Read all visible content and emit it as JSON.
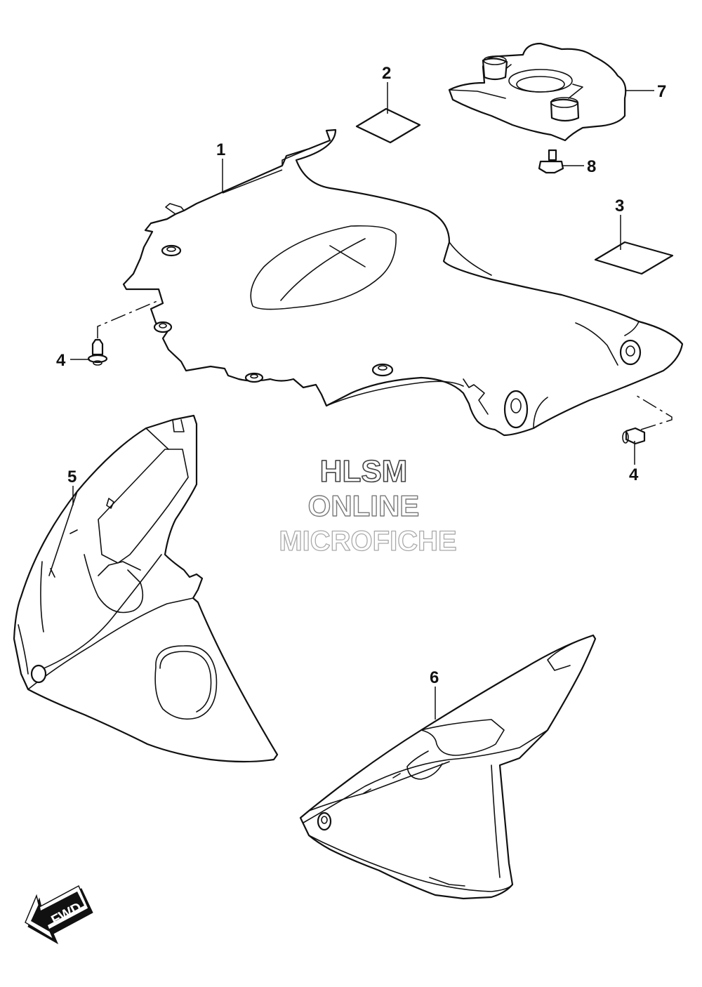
{
  "callouts": [
    {
      "id": "callout-1",
      "label": "1"
    },
    {
      "id": "callout-2",
      "label": "2"
    },
    {
      "id": "callout-3",
      "label": "3"
    },
    {
      "id": "callout-4a",
      "label": "4"
    },
    {
      "id": "callout-4b",
      "label": "4"
    },
    {
      "id": "callout-5",
      "label": "5"
    },
    {
      "id": "callout-6",
      "label": "6"
    },
    {
      "id": "callout-7",
      "label": "7"
    },
    {
      "id": "callout-8",
      "label": "8"
    }
  ],
  "watermark": {
    "line1": "HLSM",
    "line2": "ONLINE",
    "line3": "MICROFICHE"
  },
  "direction_arrow": {
    "label": "FWD"
  }
}
